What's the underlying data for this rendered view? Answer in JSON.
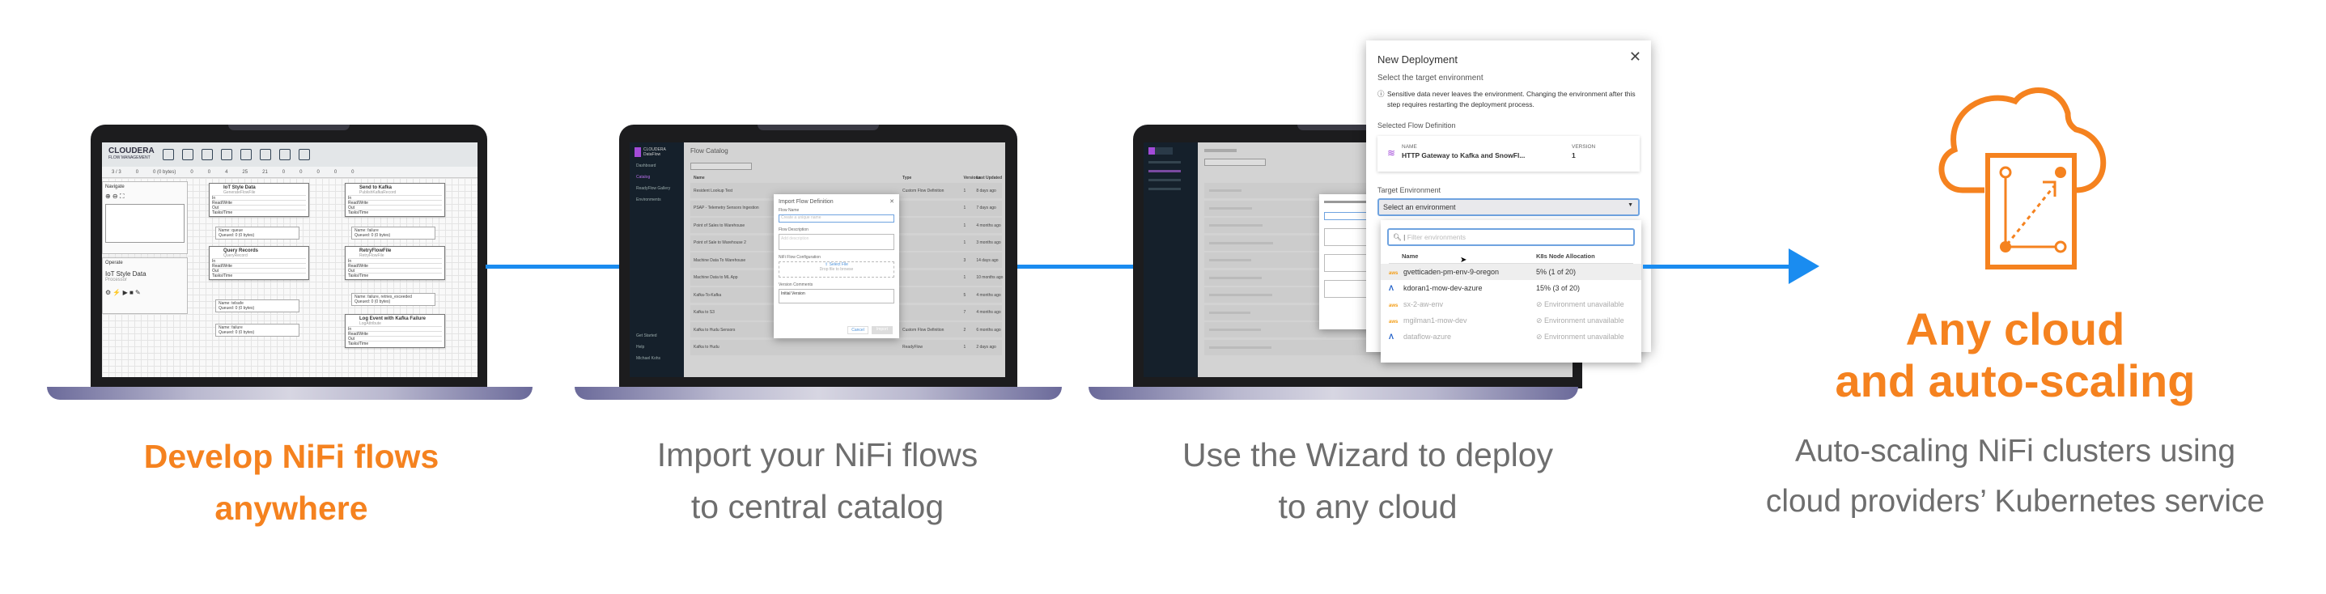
{
  "colors": {
    "accent_orange": "#f5821f",
    "arrow_blue": "#1a8cf0",
    "caption_gray": "#6e6e6e"
  },
  "step1": {
    "caption_line1": "Develop NiFi flows",
    "caption_line2": "anywhere",
    "app": {
      "logo": "CLOUDERA",
      "logo_sub": "FLOW MANAGEMENT",
      "stats": [
        "3 / 3",
        "0",
        "0 (0 bytes)",
        "0",
        "0",
        "4",
        "25",
        "21",
        "0",
        "0",
        "0",
        "0",
        "0"
      ],
      "navigate_label": "Navigate",
      "operate_label": "Operate",
      "operate_name": "IoT Style Data",
      "operate_type": "Processor",
      "processors": [
        {
          "name": "IoT Style Data",
          "type": "GenerateFlowFile"
        },
        {
          "name": "Query Records",
          "type": "QueryRecord"
        },
        {
          "name": "Send to Kafka",
          "type": "PublishKafkaRecord"
        },
        {
          "name": "RetryFlowFile",
          "type": "RetryFlowFile"
        },
        {
          "name": "Log Event with Kafka Failure",
          "type": "LogAttribute"
        }
      ],
      "connections": [
        {
          "name": "Name: queue",
          "queued": "Queued: 0 (0 bytes)"
        },
        {
          "name": "Name: telsafe",
          "queued": "Queued: 0 (0 bytes)"
        },
        {
          "name": "Name: failure",
          "queued": "Queued: 0 (0 bytes)"
        },
        {
          "name": "Name: failure",
          "queued": "Queued: 0 (0 bytes)"
        },
        {
          "name": "Name: failure, retries_exceeded",
          "queued": "Queued: 0 (0 bytes)"
        }
      ],
      "row_labels": [
        "In",
        "Read/Write",
        "Out",
        "Tasks/Time"
      ]
    }
  },
  "step2": {
    "caption_line1": "Import your NiFi flows",
    "caption_line2": "to central catalog",
    "app": {
      "logo": "CLOUDERA",
      "logo_sub": "DataFlow",
      "title": "Flow Catalog",
      "nav": [
        "Dashboard",
        "Catalog",
        "ReadyFlow Gallery",
        "Environments"
      ],
      "nav_bottom": [
        "Get Started",
        "Help",
        "Michael Kohs"
      ],
      "columns": [
        "Name",
        "Type",
        "Versions",
        "Last Updated"
      ],
      "rows": [
        {
          "name": "Resident Lookup Test",
          "type": "Custom Flow Definition",
          "versions": "1",
          "updated": "8 days ago"
        },
        {
          "name": "PSAP - Telemetry Sensors Ingestion",
          "type": "",
          "versions": "1",
          "updated": "7 days ago"
        },
        {
          "name": "Point of Sales to Warehouse",
          "type": "",
          "versions": "1",
          "updated": "4 months ago"
        },
        {
          "name": "Point of Sale to Warehouse 2",
          "type": "",
          "versions": "1",
          "updated": "3 months ago"
        },
        {
          "name": "Machine Data To Warehouse",
          "type": "",
          "versions": "3",
          "updated": "14 days ago"
        },
        {
          "name": "Machine Data to ML App",
          "type": "",
          "versions": "1",
          "updated": "10 months ago"
        },
        {
          "name": "Kafka-To-Kafka",
          "type": "",
          "versions": "5",
          "updated": "4 months ago"
        },
        {
          "name": "Kafka to S3",
          "type": "",
          "versions": "7",
          "updated": "4 months ago"
        },
        {
          "name": "Kafka to Hudu Sensors",
          "type": "Custom Flow Definition",
          "versions": "2",
          "updated": "6 months ago"
        },
        {
          "name": "Kafka to Hudu",
          "type": "ReadyFlow",
          "versions": "1",
          "updated": "2 days ago"
        }
      ],
      "modal": {
        "title": "Import Flow Definition",
        "flow_name_label": "Flow Name",
        "flow_name_placeholder": "Create a unique name",
        "desc_label": "Flow Description",
        "desc_placeholder": "Add description",
        "config_label": "NiFi Flow Configuration",
        "select_file": "Select File",
        "drop_hint": "Drop file to browse",
        "comments_label": "Version Comments",
        "comments_value": "Initial Version",
        "cancel": "Cancel",
        "import": "Import"
      }
    }
  },
  "step3": {
    "caption_line1": "Use the Wizard to deploy",
    "caption_line2": "to any cloud",
    "dialog": {
      "title": "New Deployment",
      "subtitle": "Select the target environment",
      "notice": "Sensitive data never leaves the environment. Changing the environment after this step requires restarting the deployment process.",
      "flow_def_label": "Selected Flow Definition",
      "name_label": "NAME",
      "name_value": "HTTP Gateway to Kafka and SnowFl...",
      "version_label": "VERSION",
      "version_value": "1",
      "target_label": "Target Environment",
      "select_value": "Select an environment",
      "filter_placeholder": "Filter environments",
      "col_name": "Name",
      "col_alloc": "K8s Node Allocation",
      "environments": [
        {
          "provider": "aws",
          "name": "gvetticaden-pm-env-9-oregon",
          "allocation": "5% (1 of 20)",
          "available": true
        },
        {
          "provider": "azure",
          "name": "kdoran1-mow-dev-azure",
          "allocation": "15% (3 of 20)",
          "available": true
        },
        {
          "provider": "aws",
          "name": "sx-2-aw-env",
          "allocation": "Environment unavailable",
          "available": false
        },
        {
          "provider": "aws",
          "name": "mgilman1-mow-dev",
          "allocation": "Environment unavailable",
          "available": false
        },
        {
          "provider": "azure",
          "name": "dataflow-azure",
          "allocation": "Environment unavailable",
          "available": false
        }
      ]
    }
  },
  "step4": {
    "heading_line1": "Any cloud",
    "heading_line2": "and auto-scaling",
    "sub_line1": "Auto-scaling NiFi clusters using",
    "sub_line2": "cloud providers’ Kubernetes service"
  }
}
